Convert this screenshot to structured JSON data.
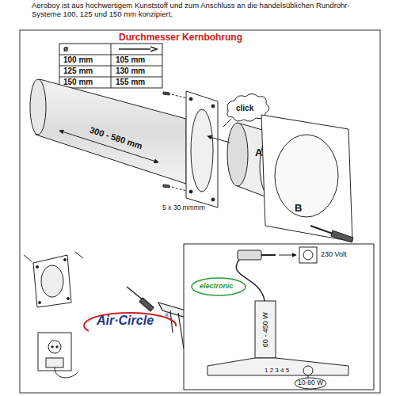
{
  "diagram": {
    "title": "Durchmesser Kernbohrung",
    "labels": [
      "Aeroboy ist aus hochwertigem Kunststoff und zum Anschluss an die handelsüblichen Rundrohr-Systeme 100, 125 und 150 mm konzipiert.",
      "ø",
      "100 mm",
      "105 mm",
      "125 mm",
      "130 mm",
      "150 mm",
      "155 mm",
      "300 - 580 mm",
      "click",
      "A",
      "B",
      "5 x 30 mmmm",
      "Air·Circle",
      "®",
      "electronic",
      "230 Volt",
      "60 - 450 W",
      "1 2 3 4 5",
      "10-80 W"
    ]
  }
}
